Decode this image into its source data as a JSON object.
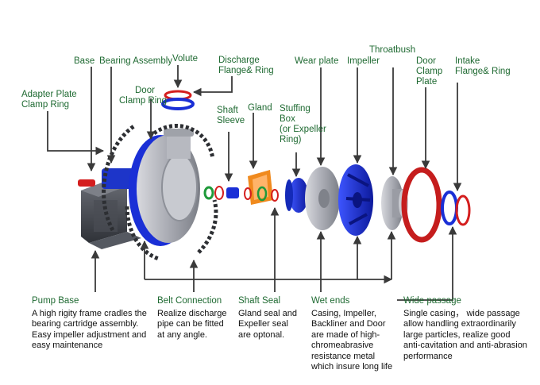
{
  "colors": {
    "label": "#1f6a32",
    "text": "#111111",
    "arrow": "#3a3a3a",
    "blue": "#1a2fd6",
    "red": "#d41e1e",
    "grey": "#a9abb3",
    "dark": "#3e4148",
    "green": "#1f9a3a",
    "orange": "#f08a1e"
  },
  "labels": {
    "base": [
      "Base"
    ],
    "bearing_assembly": [
      "Bearing Assembly"
    ],
    "volute": [
      "Volute"
    ],
    "discharge_flange": [
      "Discharge",
      "Flange& Ring"
    ],
    "adapter_plate": [
      "Adapter Plate",
      "Clamp Ring"
    ],
    "door_clamp_ring": [
      "Door",
      "Clamp Ring"
    ],
    "shaft_sleeve": [
      "Shaft",
      "Sleeve"
    ],
    "gland": [
      "Gland"
    ],
    "stuffing_box": [
      "Stuffing",
      "Box",
      "(or Expeller",
      "Ring)"
    ],
    "wear_plate": [
      "Wear plate"
    ],
    "impeller": [
      "Impeller"
    ],
    "throatbush": [
      "Throatbush"
    ],
    "door_clamp_plate": [
      "Door",
      "Clamp",
      "Plate"
    ],
    "intake_flange": [
      "Intake",
      "Flange& Ring"
    ]
  },
  "descriptions": {
    "pump_base": {
      "title": "Pump Base",
      "lines": [
        "A high rigity frame cradles the",
        "bearing cartridge assembly.",
        "Easy impeller adjustment and",
        "easy maintenance"
      ]
    },
    "belt_connection": {
      "title": "Belt Connection",
      "lines": [
        "Realize discharge",
        "pipe can be fitted",
        "at any angle."
      ]
    },
    "shaft_seal": {
      "title": "Shaft Seal",
      "lines": [
        "Gland seal and",
        "Expeller seal",
        "are optonal."
      ]
    },
    "wet_ends": {
      "title": "Wet ends",
      "lines": [
        "Casing, Impeller,",
        "Backliner and Door",
        "are made of high-",
        "chromeabrasive",
        "resistance metal",
        "which insure long life"
      ]
    },
    "wide_passage": {
      "title": "Wide passage",
      "lines": [
        "Single casing， wide passage",
        "allow handling extraordinarily",
        "large particles, realize good",
        "anti-cavitation and anti-abrasion",
        "performance"
      ]
    }
  }
}
